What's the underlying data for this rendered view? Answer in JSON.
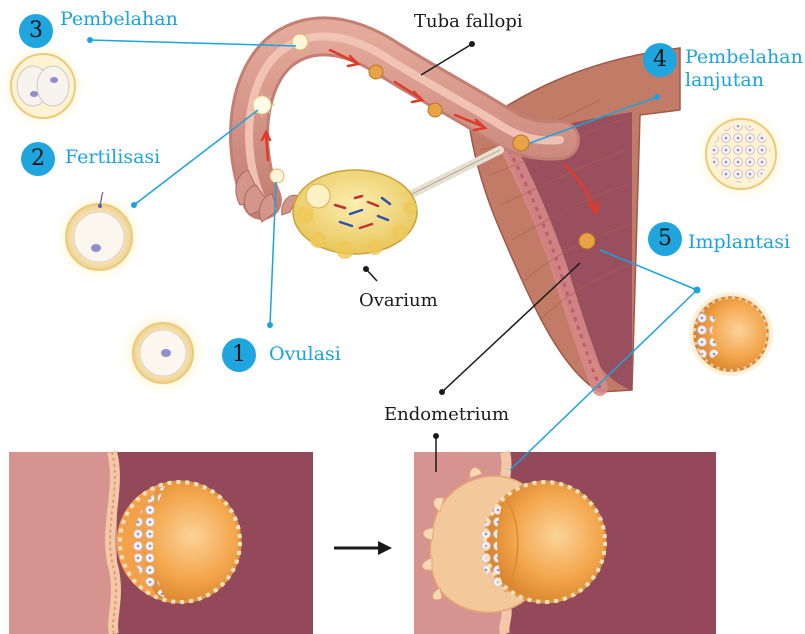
{
  "stages": [
    {
      "number": "1",
      "label": "Ovulasi"
    },
    {
      "number": "2",
      "label": "Fertilisasi"
    },
    {
      "number": "3",
      "label": "Pembelahan"
    },
    {
      "number": "4",
      "label": "Pembelahan lanjutan"
    },
    {
      "number": "5",
      "label": "Implantasi"
    }
  ],
  "labels": {
    "tuba": "Tuba fallopi",
    "ovarium": "Ovarium",
    "endometrium": "Endometrium"
  },
  "colors": {
    "accent": "#1fa6df",
    "uterus_wall": "#8e4a5a",
    "muscle": "#c47a6a",
    "ovary": "#f2d77a",
    "blastocyst": "#f0a64a",
    "arrow": "#e03a2a"
  }
}
